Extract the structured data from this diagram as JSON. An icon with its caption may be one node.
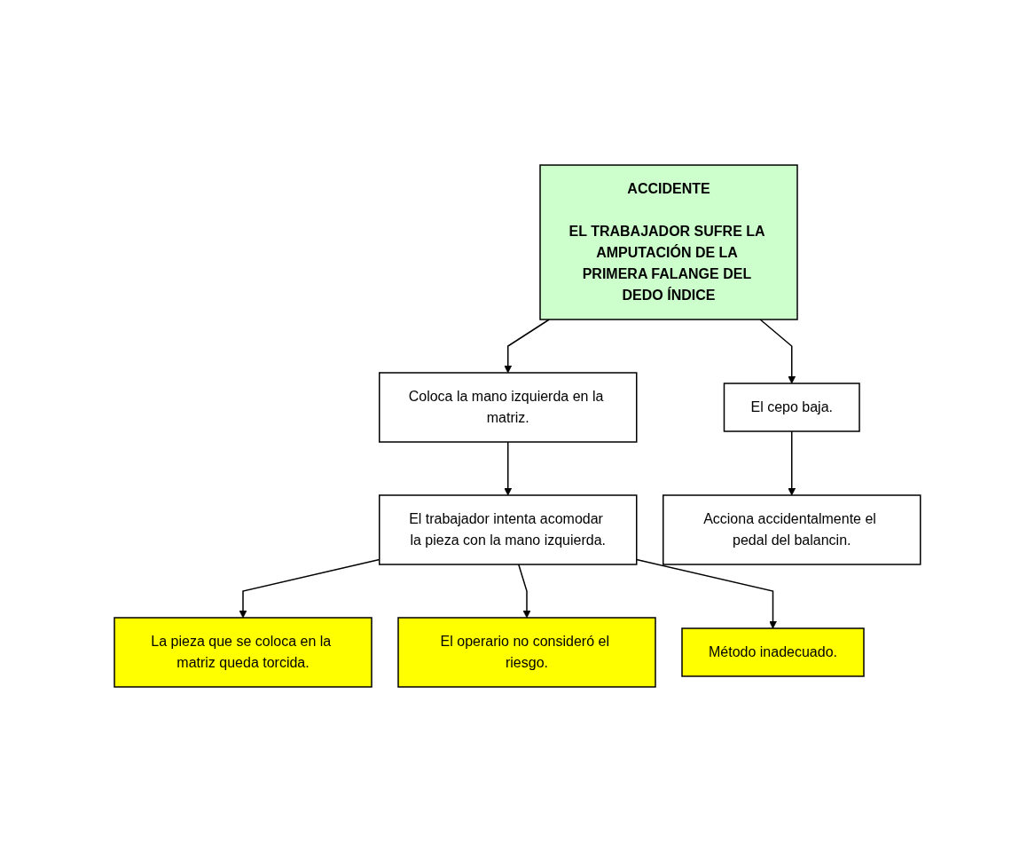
{
  "diagram": {
    "nodes": [
      {
        "text": [
          "ACCIDENTE",
          "EL TRABAJADOR SUFRE LA AMPUTACIÓN DE LA PRIMERA FALANGE DEL DEDO ÍNDICE"
        ]
      },
      {
        "text": [
          "Coloca la mano izquierda en la matriz."
        ]
      },
      {
        "text": [
          "El cepo baja."
        ]
      },
      {
        "text": [
          "El trabajador intenta acomodar la pieza con la mano izquierda."
        ]
      },
      {
        "text": [
          "Acciona accidentalmente el pedal del balancin."
        ]
      },
      {
        "text": [
          "La pieza que se coloca en la matriz queda torcida."
        ]
      },
      {
        "text": [
          "El operario no consideró el riesgo."
        ]
      },
      {
        "text": [
          "Método inadecuado."
        ]
      }
    ],
    "edges": [
      {
        "from": 0,
        "to": 1,
        "arrow": "to"
      },
      {
        "from": 0,
        "to": 2,
        "arrow": "to"
      },
      {
        "from": 1,
        "to": 3,
        "arrow": "to"
      },
      {
        "from": 2,
        "to": 4,
        "arrow": "to"
      },
      {
        "from": 3,
        "to": 5,
        "arrow": "to"
      },
      {
        "from": 3,
        "to": 6,
        "arrow": "to"
      },
      {
        "from": 3,
        "to": 7,
        "arrow": "to"
      }
    ]
  }
}
